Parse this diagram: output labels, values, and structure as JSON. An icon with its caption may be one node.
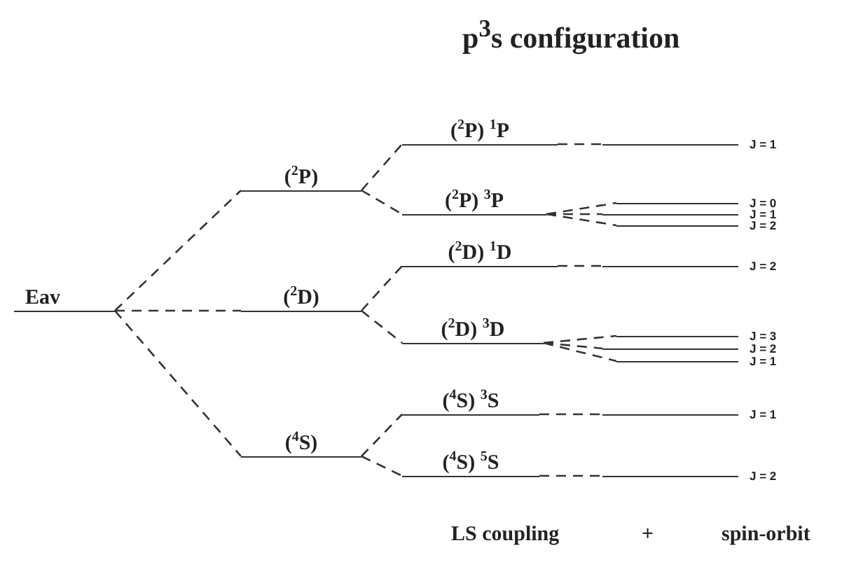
{
  "diagram": {
    "title": "p$^{3}$s configuration",
    "nodes": [
      {
        "text": [
          "Eav"
        ]
      },
      {
        "text": [
          "($^{2}$P)"
        ]
      },
      {
        "text": [
          "($^{2}$D)"
        ]
      },
      {
        "text": [
          "($^{4}$S)"
        ]
      },
      {
        "text": [
          "($^{2}$P) $^{1}$P"
        ]
      },
      {
        "text": [
          "($^{2}$P) $^{3}$P"
        ]
      },
      {
        "text": [
          "($^{2}$D) $^{1}$D"
        ]
      },
      {
        "text": [
          "($^{2}$D) $^{3}$D"
        ]
      },
      {
        "text": [
          "($^{4}$S) $^{3}$S"
        ]
      },
      {
        "text": [
          "($^{4}$S) $^{5}$S"
        ]
      },
      {
        "text": [
          "J = 1"
        ]
      },
      {
        "text": [
          "J = 0"
        ]
      },
      {
        "text": [
          "J = 1"
        ]
      },
      {
        "text": [
          "J = 2"
        ]
      },
      {
        "text": [
          "J = 2"
        ]
      },
      {
        "text": [
          "J = 3"
        ]
      },
      {
        "text": [
          "J = 2"
        ]
      },
      {
        "text": [
          "J = 1"
        ]
      },
      {
        "text": [
          "J = 1"
        ]
      },
      {
        "text": [
          "J = 2"
        ]
      }
    ],
    "edges": [
      {
        "from": 0,
        "to": 1,
        "arrow": "none",
        "style": "dashed"
      },
      {
        "from": 0,
        "to": 2,
        "arrow": "none",
        "style": "dashed"
      },
      {
        "from": 0,
        "to": 3,
        "arrow": "none",
        "style": "dashed"
      },
      {
        "from": 1,
        "to": 4,
        "arrow": "none",
        "style": "dashed"
      },
      {
        "from": 1,
        "to": 5,
        "arrow": "none",
        "style": "dashed"
      },
      {
        "from": 2,
        "to": 6,
        "arrow": "none",
        "style": "dashed"
      },
      {
        "from": 2,
        "to": 7,
        "arrow": "none",
        "style": "dashed"
      },
      {
        "from": 3,
        "to": 8,
        "arrow": "none",
        "style": "dashed"
      },
      {
        "from": 3,
        "to": 9,
        "arrow": "none",
        "style": "dashed"
      },
      {
        "from": 4,
        "to": 10,
        "arrow": "none",
        "style": "dashed"
      },
      {
        "from": 5,
        "to": 11,
        "arrow": "none",
        "style": "dashed"
      },
      {
        "from": 5,
        "to": 12,
        "arrow": "none",
        "style": "dashed"
      },
      {
        "from": 5,
        "to": 13,
        "arrow": "none",
        "style": "dashed"
      },
      {
        "from": 6,
        "to": 14,
        "arrow": "none",
        "style": "dashed"
      },
      {
        "from": 7,
        "to": 15,
        "arrow": "none",
        "style": "dashed"
      },
      {
        "from": 7,
        "to": 16,
        "arrow": "none",
        "style": "dashed"
      },
      {
        "from": 7,
        "to": 17,
        "arrow": "none",
        "style": "dashed"
      },
      {
        "from": 8,
        "to": 18,
        "arrow": "none",
        "style": "dashed"
      },
      {
        "from": 9,
        "to": 19,
        "arrow": "none",
        "style": "dashed"
      }
    ],
    "labels": [
      "LS coupling",
      "+",
      "spin-orbit"
    ]
  }
}
